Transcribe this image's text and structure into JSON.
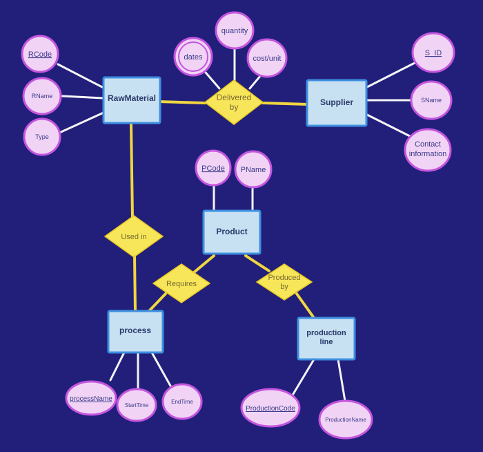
{
  "diagram": {
    "entities": {
      "rawmaterial": "RawMaterial",
      "supplier": "Supplier",
      "product": "Product",
      "process": "process",
      "production_line": [
        "production",
        "line"
      ]
    },
    "relationships": {
      "delivered_by": [
        "Delivered",
        "by"
      ],
      "used_in": "Used in",
      "requires": "Requires",
      "produced_by": [
        "Produced",
        "by"
      ]
    },
    "attributes": {
      "rcode": "RCode",
      "rname": "RName",
      "type": "Type",
      "dates": "dates",
      "quantity": "quantity",
      "cost_unit": "cost/unit",
      "s_id": "S_ID",
      "sname": "SName",
      "contact_information": [
        "Contact",
        "information"
      ],
      "pcode": "PCode",
      "pname": "PName",
      "process_name": "processName",
      "start_time": "StartTime",
      "end_time": "EndTime",
      "production_code": "ProductionCode",
      "production_name": "ProductionName"
    }
  },
  "colors": {
    "background": "#221f7a",
    "entity_fill": "#c7e0f2",
    "entity_stroke": "#3d8fe0",
    "relationship_fill": "#f7e65a",
    "attribute_fill": "#f1d4f5",
    "attribute_stroke": "#c455df",
    "line_yellow": "#f0d640",
    "line_white": "#f4f4f6"
  }
}
